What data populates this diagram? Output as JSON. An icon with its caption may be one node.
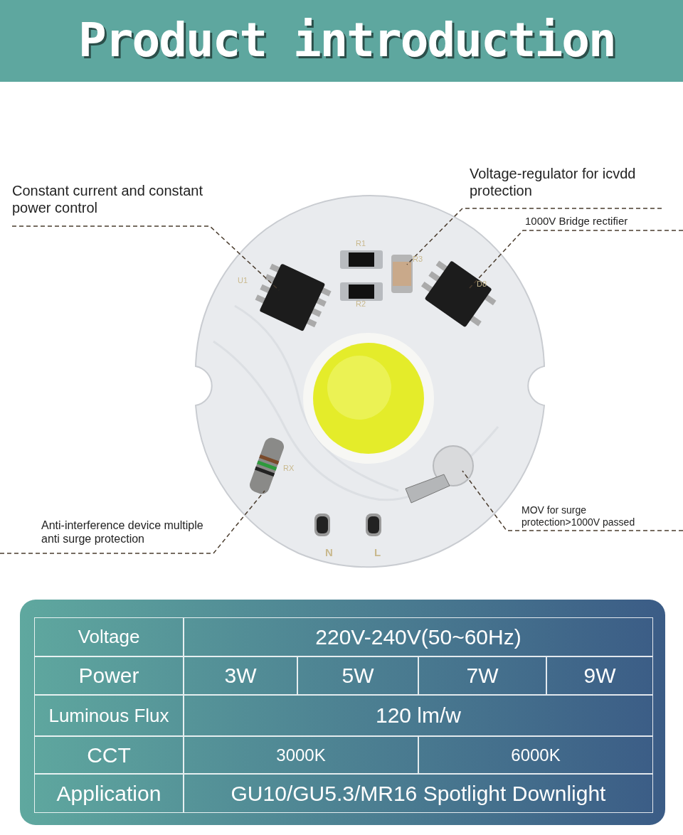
{
  "diagram": {
    "title": "Product introduction",
    "nodes": [
      {
        "text": [
          "Constant current and constant power control"
        ]
      },
      {
        "text": [
          "Voltage-regulator for icvdd protection"
        ]
      },
      {
        "text": [
          "1000V Bridge rectifier"
        ]
      },
      {
        "text": [
          "Anti-interference device multiple anti surge protection"
        ]
      },
      {
        "text": [
          "MOV for surge protection>1000V passed"
        ]
      },
      {
        "text": [],
        "shape": "picture"
      },
      {
        "text": [],
        "shape": "picture"
      },
      {
        "text": [],
        "shape": "picture"
      },
      {
        "text": [],
        "shape": "picture"
      },
      {
        "text": [],
        "shape": "picture"
      }
    ],
    "edges": [
      {
        "from": 0,
        "to": 5,
        "arrow": "none",
        "style": "dashed"
      },
      {
        "from": 1,
        "to": 6,
        "arrow": "none",
        "style": "dashed"
      },
      {
        "from": 2,
        "to": 7,
        "arrow": "none",
        "style": "dashed"
      },
      {
        "from": 3,
        "to": 8,
        "arrow": "none",
        "style": "dashed"
      },
      {
        "from": 4,
        "to": 9,
        "arrow": "none",
        "style": "dashed"
      }
    ],
    "labels": [
      "R1",
      "R3",
      "U1",
      "D8",
      "R2",
      "RX",
      "N",
      "L",
      "Voltage",
      "220V-240V(50~60Hz)",
      "Power",
      "3W",
      "5W",
      "7W",
      "9W",
      "Luminous Flux",
      "120 lm/w",
      "CCT",
      "3000K",
      "6000K",
      "Application",
      "GU10/GU5.3/MR16 Spotlight Downlight"
    ]
  }
}
